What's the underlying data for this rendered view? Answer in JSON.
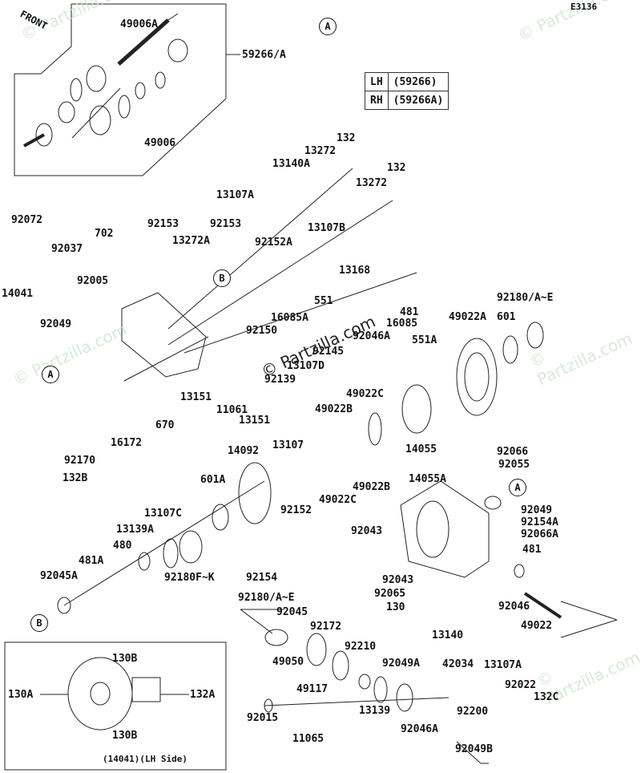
{
  "diagram_code": "E3136",
  "front_label": "FRONT",
  "watermark": "© Partzilla.com",
  "kit": {
    "rows": [
      {
        "side": "LH",
        "part": "(59266)"
      },
      {
        "side": "RH",
        "part": "(59266A)"
      }
    ]
  },
  "refs": {
    "a": "A",
    "b": "B"
  },
  "inset_caption": "(14041)(LH Side)",
  "labels": [
    "49006A",
    "59266/A",
    "49006",
    "132",
    "13272",
    "13140A",
    "132",
    "13272",
    "13107A",
    "92072",
    "702",
    "92153",
    "92153",
    "13272A",
    "92037",
    "13107B",
    "92152A",
    "13168",
    "92005",
    "14041",
    "551",
    "481",
    "92180/A~E",
    "49022A",
    "601",
    "92049",
    "16085A",
    "16085",
    "92150",
    "92046A",
    "92145",
    "551A",
    "13107D",
    "92139",
    "13151",
    "11061",
    "49022C",
    "13151",
    "670",
    "49022B",
    "16172",
    "13107",
    "14055",
    "92066",
    "92170",
    "92055",
    "14092",
    "132B",
    "49022C",
    "49022B",
    "14055A",
    "601A",
    "92152",
    "92049",
    "92154A",
    "13107C",
    "92066A",
    "13139A",
    "480",
    "481",
    "92043",
    "92180F~K",
    "92154",
    "481A",
    "92045A",
    "92043",
    "92065",
    "130",
    "92046",
    "49022",
    "13140",
    "92180/A~E",
    "92045",
    "92172",
    "92210",
    "13107A",
    "49050",
    "92049A",
    "42034",
    "92022",
    "132C",
    "49117",
    "13139",
    "92200",
    "92015",
    "11065",
    "92046A",
    "92049B",
    "130B",
    "130A",
    "132A",
    "130B"
  ]
}
